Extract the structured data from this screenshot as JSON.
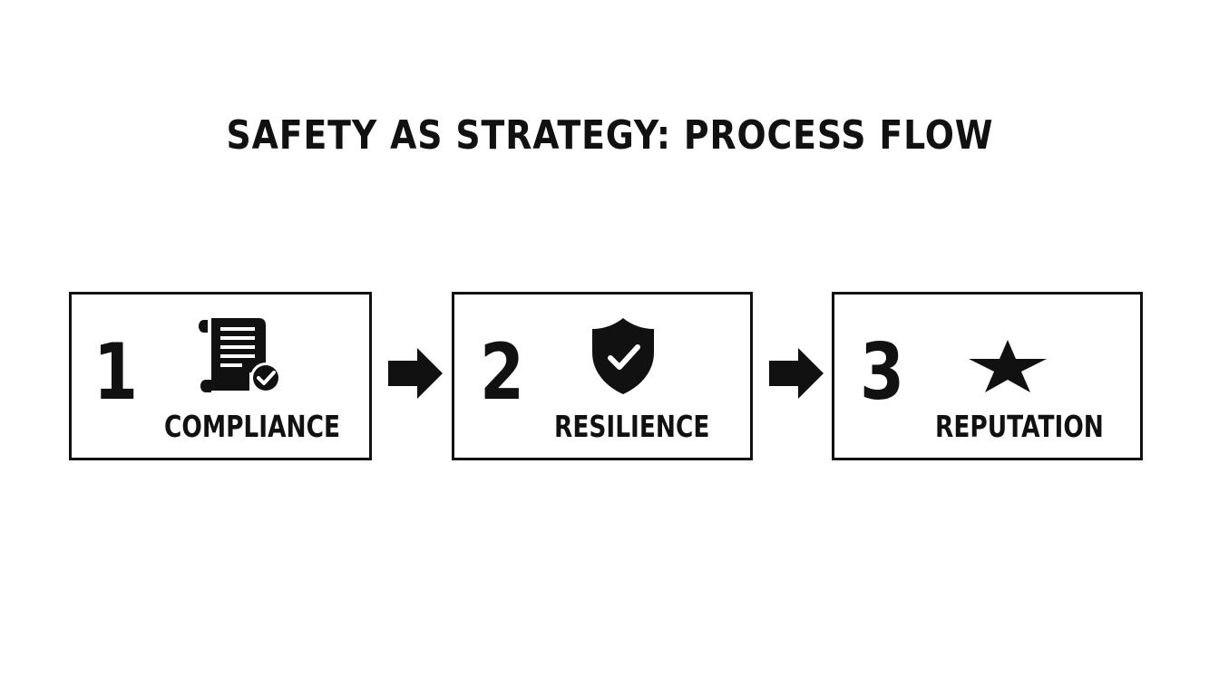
{
  "diagram": {
    "title": "SAFETY AS STRATEGY: PROCESS FLOW",
    "steps": [
      {
        "number": "1",
        "label": "COMPLIANCE",
        "icon": "document-check-icon"
      },
      {
        "number": "2",
        "label": "RESILIENCE",
        "icon": "shield-check-icon"
      },
      {
        "number": "3",
        "label": "REPUTATION",
        "icon": "star-icon"
      }
    ],
    "connectors": [
      {
        "from": "1",
        "to": "2",
        "icon": "arrow-right-icon"
      },
      {
        "from": "2",
        "to": "3",
        "icon": "arrow-right-icon"
      }
    ],
    "colors": {
      "ink": "#111111",
      "background": "#ffffff"
    }
  }
}
